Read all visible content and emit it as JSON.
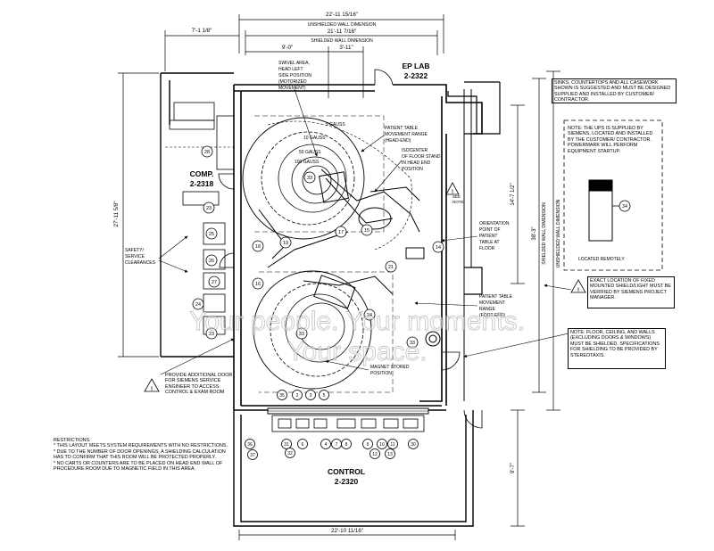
{
  "dimensions": {
    "top_overall": "22'-11 15/16\"",
    "top_unshielded_label": "UNSHIELDED WALL DIMENSION",
    "top_inner": "21'-11 7/16\"",
    "top_shielded_label": "SHIELDED WALL DIMENSION",
    "left_segment": "7'-1 1/8\"",
    "seg_a": "9'-0\"",
    "seg_b": "3'-11\"",
    "left_overall": "27'-11 5/8\"",
    "right_inner": "14'-7 1/2\"",
    "right_overall": "38'-3\"",
    "right_unshielded_label": "UNSHIELDED WALL DIMENSION",
    "right_shielded_label": "SHIELDED WALL DIMENSION",
    "lower_right": "9'-7\"",
    "bottom_overall": "22'-10 11/16\""
  },
  "rooms": {
    "ep_lab_name": "EP LAB",
    "ep_lab_number": "2-2322",
    "comp_name": "COMP.",
    "comp_number": "2-2318",
    "control_name": "CONTROL",
    "control_number": "2-2320"
  },
  "labels": {
    "swivel": [
      "SWIVEL AREA,",
      "HEAD LEFT",
      "SIDE POSITION",
      "(MOTORIZED",
      "MOVEMENT)"
    ],
    "table_head": [
      "PATIENT TABLE",
      "MOVEMENT RANGE",
      "(HEAD-END)"
    ],
    "isocenter": [
      "ISOCENTER",
      "OF FLOOR STAND",
      "IN HEAD END",
      "POSITION"
    ],
    "orientation": [
      "ORIENTATION",
      "POINT OF",
      "PATIENT",
      "TABLE AT",
      "FLOOR"
    ],
    "table_foot": [
      "PATIENT TABLE",
      "MOVEMENT",
      "RANGE",
      "(FOOT-END)"
    ],
    "magnet": [
      "MAGNET STORED",
      "POSITION"
    ],
    "safety": [
      "SAFETY/",
      "SERVICE",
      "CLEARANCES"
    ],
    "see_note": [
      "SEE",
      "NOTE"
    ],
    "gauss": [
      "5 GAUSS",
      "10 GAUSS",
      "50 GAUSS",
      "100 GAUSS"
    ],
    "located_remotely": "LOCATED REMOTELY"
  },
  "notes": {
    "sinks": "SINKS, COUNTERTOPS AND ALL CASEWORK SHOWN IS SUGGESTED AND MUST BE DESIGNED SUPPLIED AND INSTALLED BY CUSTOMER/ CONTRACTOR.",
    "ups": "NOTE: THE UPS IS SUPPLIED BY SIEMENS, LOCATED AND INSTALLED BY THE CUSTOMER/ CONTRACTOR. POWERMARK WILL PERFORM EQUIPMENT STARTUP.",
    "exact_location": "EXACT LOCATION OF FIXED MOUNTED SHIELD/LIGHT MUST BE VERIFIED BY SIEMENS PROJECT MANAGER.",
    "shield": "NOTE: FLOOR, CEILING, AND WALLS (EXCLUDING DOORS & WINDOWS) MUST BE SHIELDED. SPECIFICATIONS FOR SHIELDING TO BE PROVIDED BY STEREOTAXIS.",
    "door": "PROVIDE ADDITIONAL DOOR FOR SIEMENS SERVICE ENGINEER TO ACCESS CONTROL & EXAM ROOM",
    "restrictions_title": "RESTRICTIONS:",
    "restrictions_lines": [
      "* THIS LAYOUT MEETS SYSTEM REQUIREMENTS WITH NO RESTRICTIONS.",
      "* DUE TO THE NUMBER OF DOOR OPENINGS, A SHIELDING CALCULATION HAS TO CONFIRM THAT THIS ROOM WILL BE PROTECTED PROPERLY.",
      "* NO CARTS OR COUNTERS ARE TO BE PLACED ON HEAD END WALL OF PROCEDURE ROOM DUE TO MAGNETIC FIELD IN THIS AREA."
    ]
  },
  "tags": {
    "t28": "28",
    "t23a": "23",
    "t18": "18",
    "t19": "19",
    "t16": "16",
    "t17": "17",
    "t14": "14",
    "t15": "15",
    "t33a": "33",
    "t33b": "33",
    "t33c": "33",
    "t21": "21",
    "t24": "24",
    "t25": "25",
    "t26": "26",
    "t27": "27",
    "t23b": "23",
    "t34": "34",
    "b35": "35",
    "b2": "2",
    "b3": "3",
    "b5": "5",
    "b31": "31",
    "b6": "6",
    "b4": "4",
    "b7": "7",
    "b9": "9",
    "b10": "10",
    "b11": "11",
    "b30": "30",
    "b32": "32",
    "b8": "8",
    "b12": "12",
    "b13": "13",
    "b36": "36",
    "b37": "37"
  },
  "watermark": {
    "line1": "Your people. Your moments.",
    "line2": "Your space."
  }
}
